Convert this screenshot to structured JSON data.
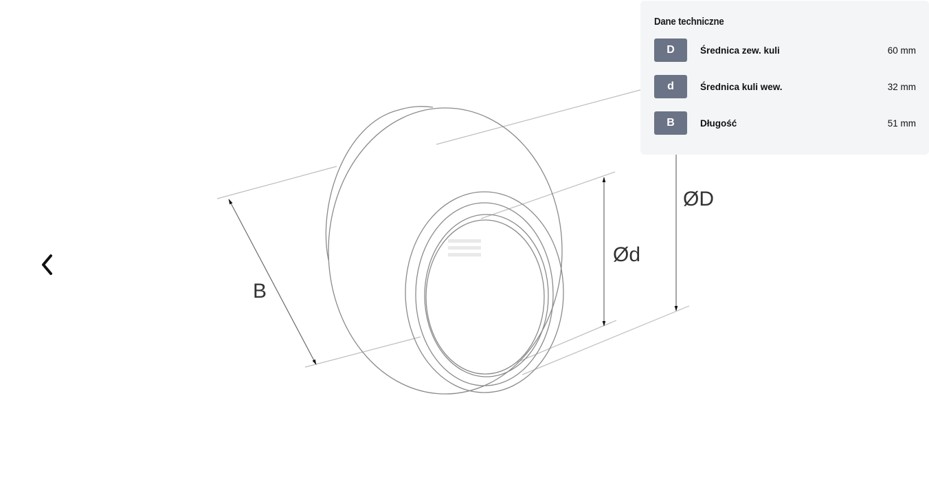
{
  "gallery": {
    "prev_icon": "chevron-left-icon",
    "drawing_labels": {
      "outer_diameter": "ØD",
      "inner_diameter": "Ød",
      "length": "B"
    },
    "line_color": "#8a8a8a",
    "arrow_color": "#111111"
  },
  "specs": {
    "title": "Dane techniczne",
    "badge_color": "#6b7386",
    "panel_background": "#f4f5f7",
    "rows": [
      {
        "symbol": "D",
        "name": "Średnica zew. kuli",
        "value": "60 mm"
      },
      {
        "symbol": "d",
        "name": "Średnica kuli wew.",
        "value": "32 mm"
      },
      {
        "symbol": "B",
        "name": "Długość",
        "value": "51 mm"
      }
    ]
  }
}
